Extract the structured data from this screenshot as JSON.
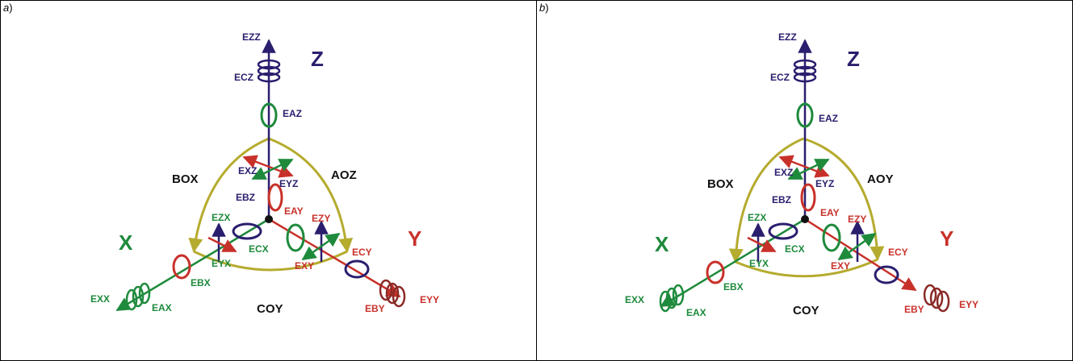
{
  "colors": {
    "z": "#2a1e6e",
    "x": "#1e8a3c",
    "y": "#c8312a",
    "cone": "#b5ab2e",
    "text": "#111111"
  },
  "panels": [
    {
      "label_letter": "a",
      "label_suffix": ")",
      "axis_labels": {
        "z": "Z",
        "x": "X",
        "y": "Y"
      },
      "cone_labels": {
        "left": "BOX",
        "right": "AOZ",
        "bottom": "COY"
      },
      "z_labels": {
        "ezz": "EZZ",
        "ecz": "ECZ",
        "eaz": "EAZ",
        "exz": "EXZ",
        "eyz": "EYZ",
        "ebz": "EBZ"
      },
      "x_labels": {
        "ezx": "EZX",
        "ecx": "ECX",
        "eyx": "EYX",
        "ebx": "EBX",
        "exx": "EXX",
        "eax": "EAX"
      },
      "y_labels": {
        "eay": "EAY",
        "ezy": "EZY",
        "ecy": "ECY",
        "exy": "EXY",
        "eby": "EBY",
        "eyy": "EYY"
      }
    },
    {
      "label_letter": "b",
      "label_suffix": ")",
      "axis_labels": {
        "z": "Z",
        "x": "X",
        "y": "Y"
      },
      "cone_labels": {
        "left": "BOX",
        "right": "AOY",
        "bottom": "COY"
      },
      "z_labels": {
        "ezz": "EZZ",
        "ecz": "ECZ",
        "eaz": "EAZ",
        "exz": "EXZ",
        "eyz": "EYZ",
        "ebz": "EBZ"
      },
      "x_labels": {
        "ezx": "EZX",
        "ecx": "ECX",
        "eyx": "EYX",
        "ebx": "EBX",
        "exx": "EXX",
        "eax": "EAX"
      },
      "y_labels": {
        "eay": "EAY",
        "ezy": "EZY",
        "ecy": "ECY",
        "exy": "EXY",
        "eby": "EBY",
        "eyy": "EYY"
      }
    }
  ]
}
